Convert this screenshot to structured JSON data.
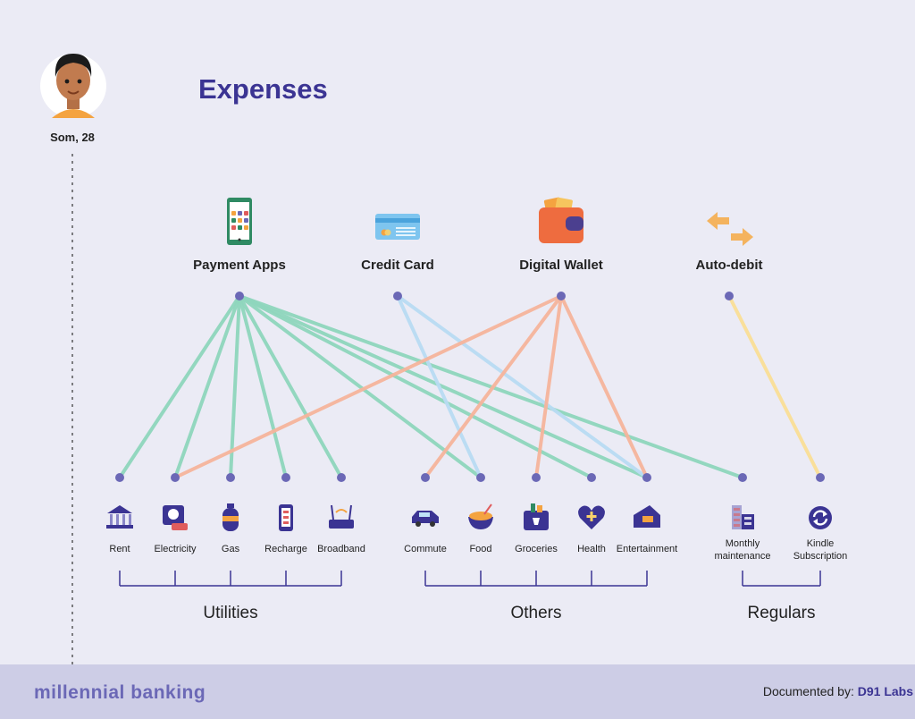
{
  "title": "Expenses",
  "persona": {
    "name": "Som, 28",
    "icon": "avatar-man"
  },
  "methods": [
    {
      "id": "payment_apps",
      "label": "Payment Apps",
      "icon": "smartphone-icon"
    },
    {
      "id": "credit_card",
      "label": "Credit Card",
      "icon": "credit-card-icon"
    },
    {
      "id": "digital_wallet",
      "label": "Digital Wallet",
      "icon": "wallet-icon"
    },
    {
      "id": "auto_debit",
      "label": "Auto-debit",
      "icon": "exchange-arrows-icon"
    }
  ],
  "expenses": [
    {
      "id": "rent",
      "label": "Rent",
      "icon": "bank-building-icon"
    },
    {
      "id": "electricity",
      "label": "Electricity",
      "icon": "electricity-meter-icon"
    },
    {
      "id": "gas",
      "label": "Gas",
      "icon": "gas-cylinder-icon"
    },
    {
      "id": "recharge",
      "label": "Recharge",
      "icon": "mobile-phone-icon"
    },
    {
      "id": "broadband",
      "label": "Broadband",
      "icon": "router-icon"
    },
    {
      "id": "commute",
      "label": "Commute",
      "icon": "car-icon"
    },
    {
      "id": "food",
      "label": "Food",
      "icon": "food-bowl-icon"
    },
    {
      "id": "groceries",
      "label": "Groceries",
      "icon": "grocery-bag-icon"
    },
    {
      "id": "health",
      "label": "Health",
      "icon": "heart-plus-icon"
    },
    {
      "id": "entertainment",
      "label": "Entertainment",
      "icon": "movie-ticket-icon"
    },
    {
      "id": "monthly_maintenance",
      "label": "Monthly maintenance",
      "icon": "apartment-icon"
    },
    {
      "id": "kindle_subscription",
      "label": "Kindle Subscription",
      "icon": "renew-icon"
    }
  ],
  "groups": [
    {
      "label": "Utilities",
      "members": [
        "rent",
        "electricity",
        "gas",
        "recharge",
        "broadband"
      ]
    },
    {
      "label": "Others",
      "members": [
        "commute",
        "food",
        "groceries",
        "health",
        "entertainment"
      ]
    },
    {
      "label": "Regulars",
      "members": [
        "monthly_maintenance",
        "kindle_subscription"
      ]
    }
  ],
  "connections": [
    {
      "from": "payment_apps",
      "to": "rent"
    },
    {
      "from": "payment_apps",
      "to": "electricity"
    },
    {
      "from": "payment_apps",
      "to": "gas"
    },
    {
      "from": "payment_apps",
      "to": "recharge"
    },
    {
      "from": "payment_apps",
      "to": "broadband"
    },
    {
      "from": "payment_apps",
      "to": "food"
    },
    {
      "from": "payment_apps",
      "to": "health"
    },
    {
      "from": "payment_apps",
      "to": "entertainment"
    },
    {
      "from": "payment_apps",
      "to": "monthly_maintenance"
    },
    {
      "from": "credit_card",
      "to": "food"
    },
    {
      "from": "credit_card",
      "to": "entertainment"
    },
    {
      "from": "digital_wallet",
      "to": "electricity"
    },
    {
      "from": "digital_wallet",
      "to": "commute"
    },
    {
      "from": "digital_wallet",
      "to": "groceries"
    },
    {
      "from": "digital_wallet",
      "to": "entertainment"
    },
    {
      "from": "auto_debit",
      "to": "kindle_subscription"
    }
  ],
  "colors": {
    "payment_apps": "#8fd6bd",
    "credit_card": "#b9dcf3",
    "digital_wallet": "#f6b59c",
    "auto_debit": "#fadf97",
    "node": "#6b68b6",
    "title": "#3b3493",
    "bracket": "#3b3493",
    "background": "#ebebf5",
    "footer": "#cdcde6"
  },
  "footer": {
    "brand": "millennial banking",
    "documented_prefix": "Documented by:",
    "documented_by": "D91 Labs"
  }
}
